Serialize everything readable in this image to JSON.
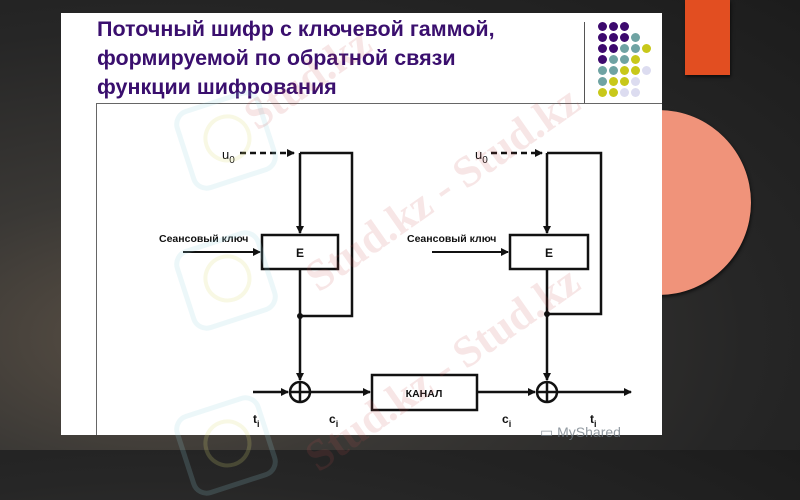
{
  "slide": {
    "title": "Поточный шифр с ключевой гаммой, формируемой по обратной связи функции шифрования",
    "title_lines": [
      "Поточный шифр с ключевой гаммой,",
      "формируемой по обратной связи",
      "функции шифрования"
    ],
    "title_color": "#3a0f6e"
  },
  "decor": {
    "orange_rect_color": "#e24e21",
    "circle_color": "#f0937a",
    "dot_colors": {
      "purple": "#3d0a6e",
      "teal": "#6fa3a3",
      "yellow": "#c8c81a",
      "lavender": "#dcdcf0"
    },
    "dot_grid": [
      [
        "purple",
        "purple",
        "purple"
      ],
      [
        "purple",
        "purple",
        "purple",
        "teal"
      ],
      [
        "purple",
        "purple",
        "teal",
        "teal",
        "yellow"
      ],
      [
        "purple",
        "teal",
        "teal",
        "yellow"
      ],
      [
        "teal",
        "teal",
        "yellow",
        "yellow",
        "lavender"
      ],
      [
        "teal",
        "yellow",
        "yellow",
        "lavender"
      ],
      [
        "yellow",
        "yellow",
        "lavender",
        "lavender"
      ]
    ]
  },
  "diagram": {
    "encryptor": {
      "iv_label": "u",
      "iv_sub": "0",
      "key_label": "Сеансовый ключ",
      "block_label": "E",
      "input_label": "t",
      "input_sub": "i",
      "output_label": "c",
      "output_sub": "i"
    },
    "channel_label": "КАНАЛ",
    "decryptor": {
      "iv_label": "u",
      "iv_sub": "0",
      "key_label": "Сеансовый ключ",
      "block_label": "E",
      "input_label": "c",
      "input_sub": "i",
      "output_label": "t",
      "output_sub": "i"
    }
  },
  "watermarks": {
    "text": "Stud.kz",
    "long_text": "Stud.kz - Stud.kz",
    "footer_brand": "MyShared"
  }
}
